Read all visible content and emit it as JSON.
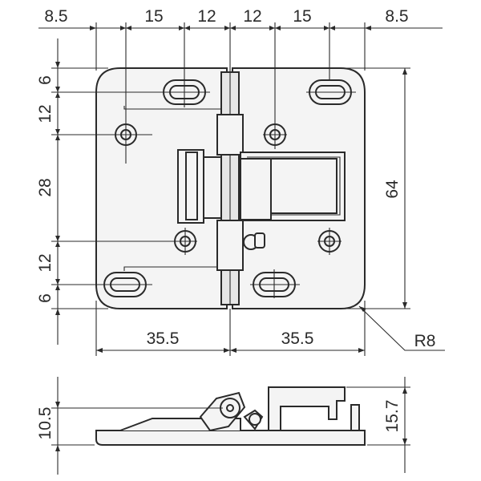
{
  "drawing": {
    "top_dimensions": [
      "8.5",
      "15",
      "12",
      "12",
      "15",
      "8.5"
    ],
    "left_dimensions": [
      "6",
      "12",
      "28",
      "12",
      "6"
    ],
    "right_dimension": "64",
    "bottom_dimensions": [
      "35.5",
      "35.5"
    ],
    "radius_label": "R8",
    "side_view_dimensions": {
      "left": "10.5",
      "right": "15.7"
    }
  }
}
